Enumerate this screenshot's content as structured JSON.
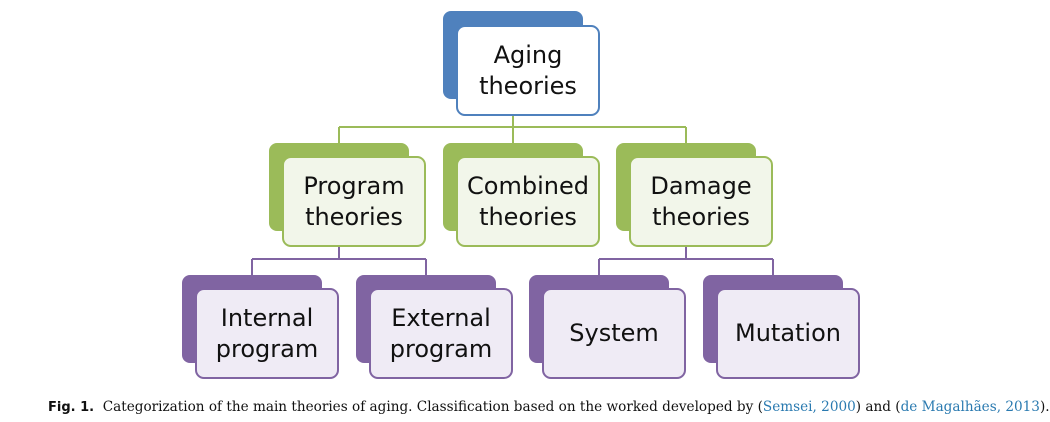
{
  "colors": {
    "blue": "#4f81bd",
    "green": "#9bbb59",
    "purple": "#8064a2",
    "fill_root": "#ffffff",
    "fill_green": "#f2f6ea",
    "fill_purple": "#efebf5"
  },
  "diagram": {
    "root": {
      "line1": "Aging",
      "line2": "theories"
    },
    "program": {
      "line1": "Program",
      "line2": "theories"
    },
    "combined": {
      "line1": "Combined",
      "line2": "theories"
    },
    "damage": {
      "line1": "Damage",
      "line2": "theories"
    },
    "internal": {
      "line1": "Internal",
      "line2": "program"
    },
    "external": {
      "line1": "External",
      "line2": "program"
    },
    "system": {
      "line1": "System"
    },
    "mutation": {
      "line1": "Mutation"
    }
  },
  "caption": {
    "label": "Fig. 1.",
    "text_before": "Categorization of the main theories of aging. Classification based on the worked developed by (",
    "cite1": "Semsei, 2000",
    "text_middle": ") and (",
    "cite2": "de Magalhães, 2013",
    "text_after": ")."
  }
}
